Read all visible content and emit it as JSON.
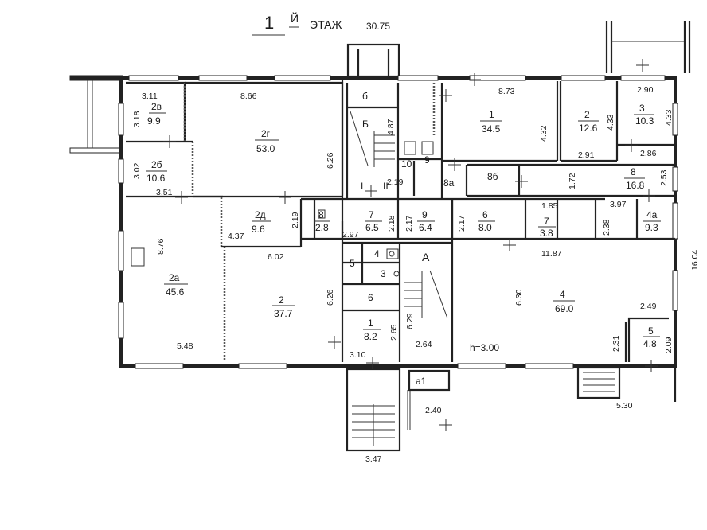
{
  "header": {
    "floor_number": "1",
    "floor_suffix": "Й",
    "floor_word": "ЭТАЖ",
    "total_length": "30.75"
  },
  "rooms": [
    {
      "id": "2v",
      "num": "2в",
      "area": "9.9"
    },
    {
      "id": "2g",
      "num": "2г",
      "area": "53.0"
    },
    {
      "id": "2b",
      "num": "2б",
      "area": "10.6"
    },
    {
      "id": "2a",
      "num": "2а",
      "area": "45.6"
    },
    {
      "id": "2d",
      "num": "2д",
      "area": "9.6"
    },
    {
      "id": "2",
      "num": "2",
      "area": "37.7"
    },
    {
      "id": "8l",
      "num": "8",
      "area": "2.8"
    },
    {
      "id": "7l",
      "num": "7",
      "area": "6.5"
    },
    {
      "id": "9l",
      "num": "9",
      "area": "6.4"
    },
    {
      "id": "6m",
      "num": "6",
      "area": "8.0"
    },
    {
      "id": "7r",
      "num": "7",
      "area": "3.8"
    },
    {
      "id": "4a",
      "num": "4а",
      "area": "9.3"
    },
    {
      "id": "1t",
      "num": "1",
      "area": "34.5"
    },
    {
      "id": "2t",
      "num": "2",
      "area": "12.6"
    },
    {
      "id": "3t",
      "num": "3",
      "area": "10.3"
    },
    {
      "id": "8r",
      "num": "8",
      "area": "16.8"
    },
    {
      "id": "4",
      "num": "4",
      "area": "69.0"
    },
    {
      "id": "5r",
      "num": "5",
      "area": "4.8"
    },
    {
      "id": "1b",
      "num": "1",
      "area": "8.2"
    }
  ],
  "labels": {
    "b_small": "б",
    "b_big": "Б",
    "roman_1": "I",
    "roman_2": "II",
    "r8a": "8а",
    "r8b": "8б",
    "r10": "10",
    "r9": "9",
    "r5": "5",
    "r4": "4",
    "r3": "3",
    "r6": "6",
    "rA": "А",
    "ra1": "а1",
    "height": "h=3.00"
  },
  "dimensions": {
    "d311": "3.11",
    "d866": "8.66",
    "d873": "8.73",
    "d290": "2.90",
    "d318": "3.18",
    "d302": "3.02",
    "d351": "3.51",
    "d626a": "6.26",
    "d487": "4.87",
    "d432": "4.32",
    "d433a": "4.33",
    "d433b": "4.33",
    "d291": "2.91",
    "d286": "2.86",
    "d219a": "2.19",
    "d172": "1.72",
    "d253": "2.53",
    "d219b": "2.19",
    "d218": "2.18",
    "d217a": "2.17",
    "d217b": "2.17",
    "d185": "1.85",
    "d397": "3.97",
    "d238": "2.38",
    "d876": "8.76",
    "d437": "4.37",
    "d297": "2.97",
    "d602": "6.02",
    "d1187": "11.87",
    "d1604": "16.04",
    "d626b": "6.26",
    "d629": "6.29",
    "d630": "6.30",
    "d249": "2.49",
    "d265": "2.65",
    "d231": "2.31",
    "d209": "2.09",
    "d548": "5.48",
    "d310": "3.10",
    "d264": "2.64",
    "d240": "2.40",
    "d530": "5.30",
    "d347": "3.47"
  }
}
